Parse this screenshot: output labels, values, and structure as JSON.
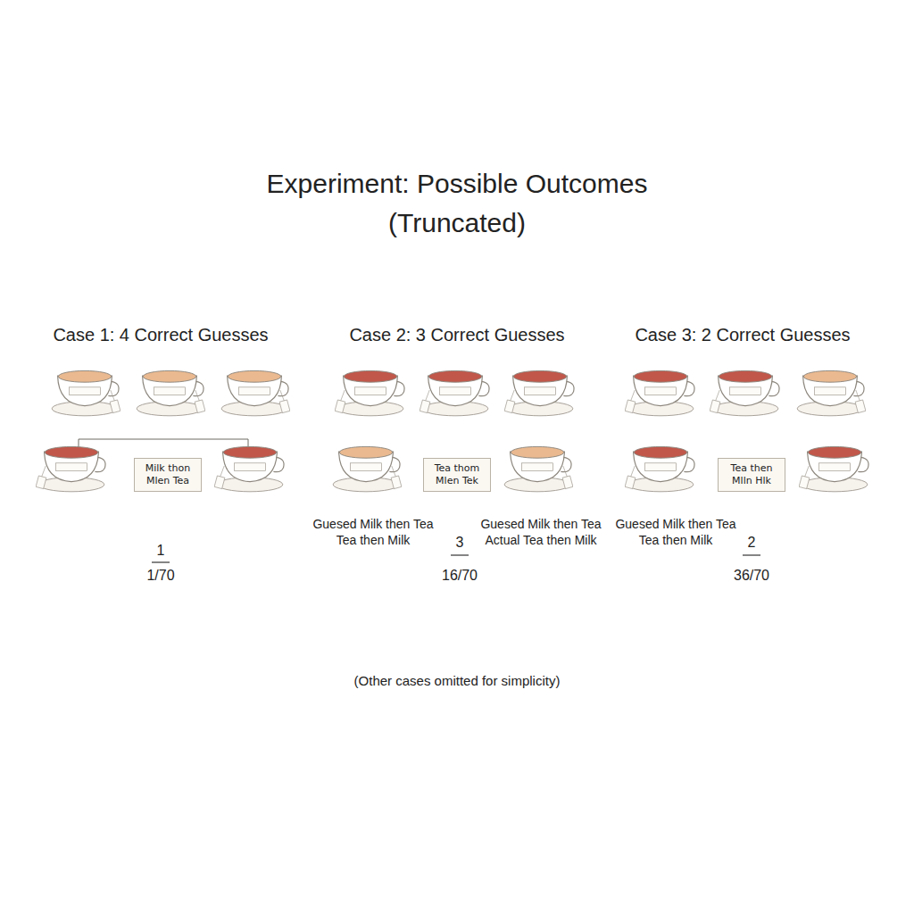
{
  "diagram": {
    "title": "Experiment: Possible Outcomes (Truncated)",
    "caption": "(Other cases omitted for simplicity)",
    "nodes": [
      {
        "text": [
          "Milk thon Mlen Tea"
        ]
      },
      {
        "text": [
          "Tea thom Mlen Tek"
        ]
      },
      {
        "text": [
          "Tea then Mlln Hlk"
        ]
      }
    ],
    "labels": [
      "Case 1: 4 Correct Guesses",
      "Case 2: 3 Correct Guesses",
      "Case 3: 2 Correct Guesses",
      "Guesed Milk then Tea",
      "Tea then Milk",
      "Guesed Milk then Tea",
      "Actual Tea then Milk",
      "Guesed Milk then Tea",
      "Tea then Milk",
      "1",
      "1/70",
      "3",
      "16/70",
      "2",
      "36/70"
    ]
  }
}
